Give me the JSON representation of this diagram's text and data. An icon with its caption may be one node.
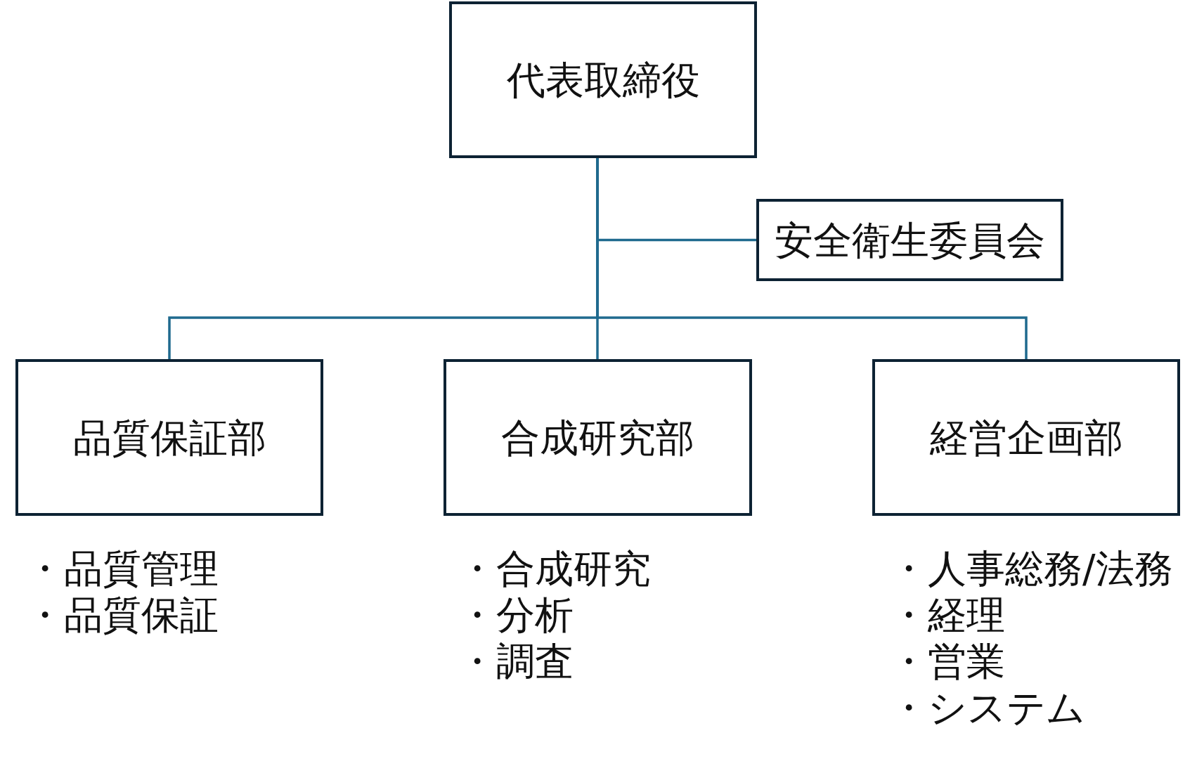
{
  "diagram": {
    "nodes": [
      {
        "text": [
          "代表取締役"
        ]
      },
      {
        "text": [
          "安全衛生委員会"
        ]
      },
      {
        "text": [
          "品質保証部"
        ],
        "beside": [
          "・品質管理",
          "・品質保証"
        ]
      },
      {
        "text": [
          "合成研究部"
        ],
        "beside": [
          "・合成研究",
          "・分析",
          "・調査"
        ]
      },
      {
        "text": [
          "経営企画部"
        ],
        "beside": [
          "・人事総務/法務",
          "・経理",
          "・営業",
          "・システム"
        ]
      }
    ],
    "edges": [
      {
        "from": 0,
        "to": 1,
        "arrow": "none"
      },
      {
        "from": 0,
        "to": 2,
        "arrow": "none"
      },
      {
        "from": 0,
        "to": 3,
        "arrow": "none"
      },
      {
        "from": 0,
        "to": 4,
        "arrow": "none"
      }
    ]
  }
}
